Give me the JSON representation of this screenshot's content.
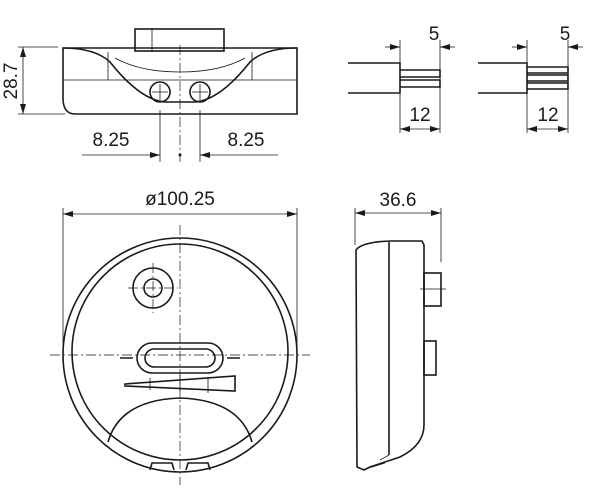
{
  "drawing": {
    "top_view": {
      "height_dim": "28.7",
      "left_offset_dim": "8.25",
      "right_offset_dim": "8.25"
    },
    "cable_detail_1": {
      "strip_dim": "5",
      "sheath_dim": "12"
    },
    "cable_detail_2": {
      "strip_dim": "5",
      "sheath_dim": "12"
    },
    "front_view": {
      "diameter_dim": "ø100.25"
    },
    "side_view": {
      "depth_dim": "36.6"
    },
    "colors": {
      "line": "#1a1a1a",
      "background": "#ffffff"
    }
  }
}
